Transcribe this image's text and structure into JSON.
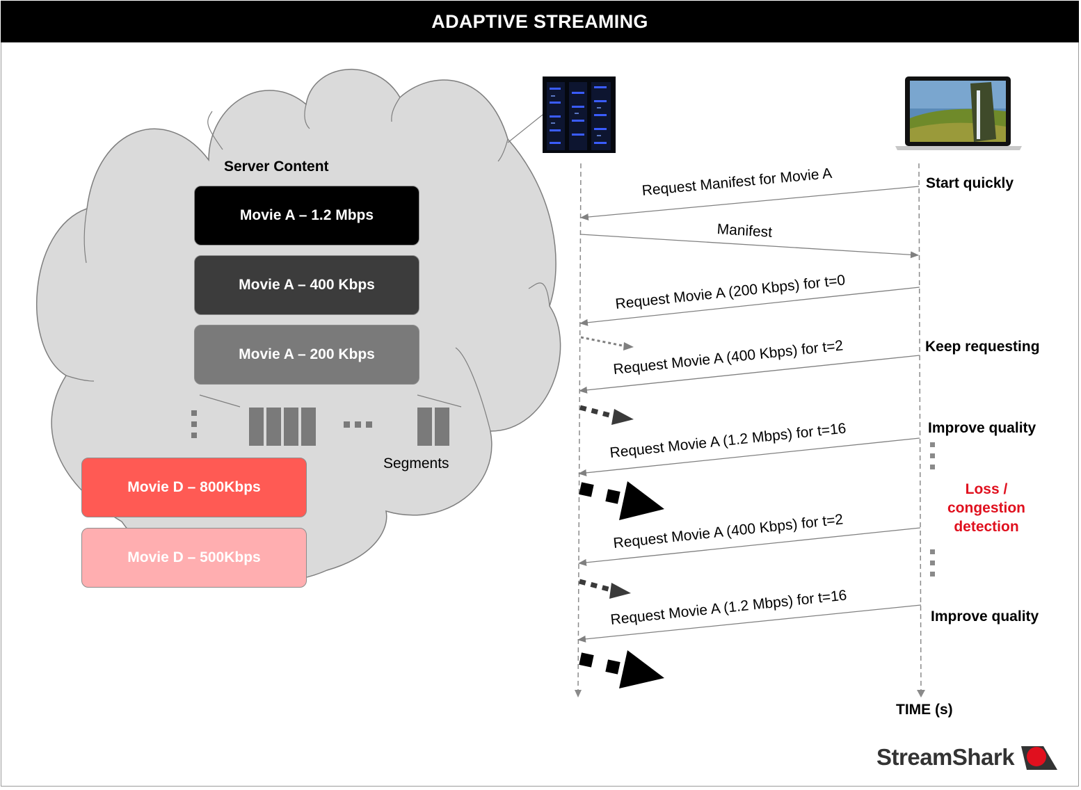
{
  "title": "ADAPTIVE STREAMING",
  "cloud": {
    "heading": "Server Content",
    "segments_label": "Segments",
    "movies": [
      {
        "label": "Movie A – 1.2 Mbps",
        "color": "#000000"
      },
      {
        "label": "Movie A – 400 Kbps",
        "color": "#3c3c3c"
      },
      {
        "label": "Movie A – 200 Kbps",
        "color": "#7a7a7a"
      },
      {
        "label": "Movie D – 800Kbps",
        "color": "#ff5a54"
      },
      {
        "label": "Movie D – 500Kbps",
        "color": "#ffaeb0"
      }
    ]
  },
  "messages": [
    "Request Manifest for Movie A",
    "Manifest",
    "Request Movie A (200 Kbps) for t=0",
    "Request Movie A (400 Kbps) for t=2",
    "Request Movie A (1.2 Mbps) for t=16",
    "Request Movie A (400 Kbps) for t=2",
    "Request Movie A (1.2 Mbps) for t=16"
  ],
  "phases": {
    "start": "Start quickly",
    "keep": "Keep requesting",
    "improve1": "Improve quality",
    "loss": [
      "Loss /",
      "congestion",
      "detection"
    ],
    "improve2": "Improve quality"
  },
  "colors": {
    "loss": "#e0101e",
    "arrow": "#808080"
  },
  "time_label": "TIME (s)",
  "brand": "StreamShark"
}
